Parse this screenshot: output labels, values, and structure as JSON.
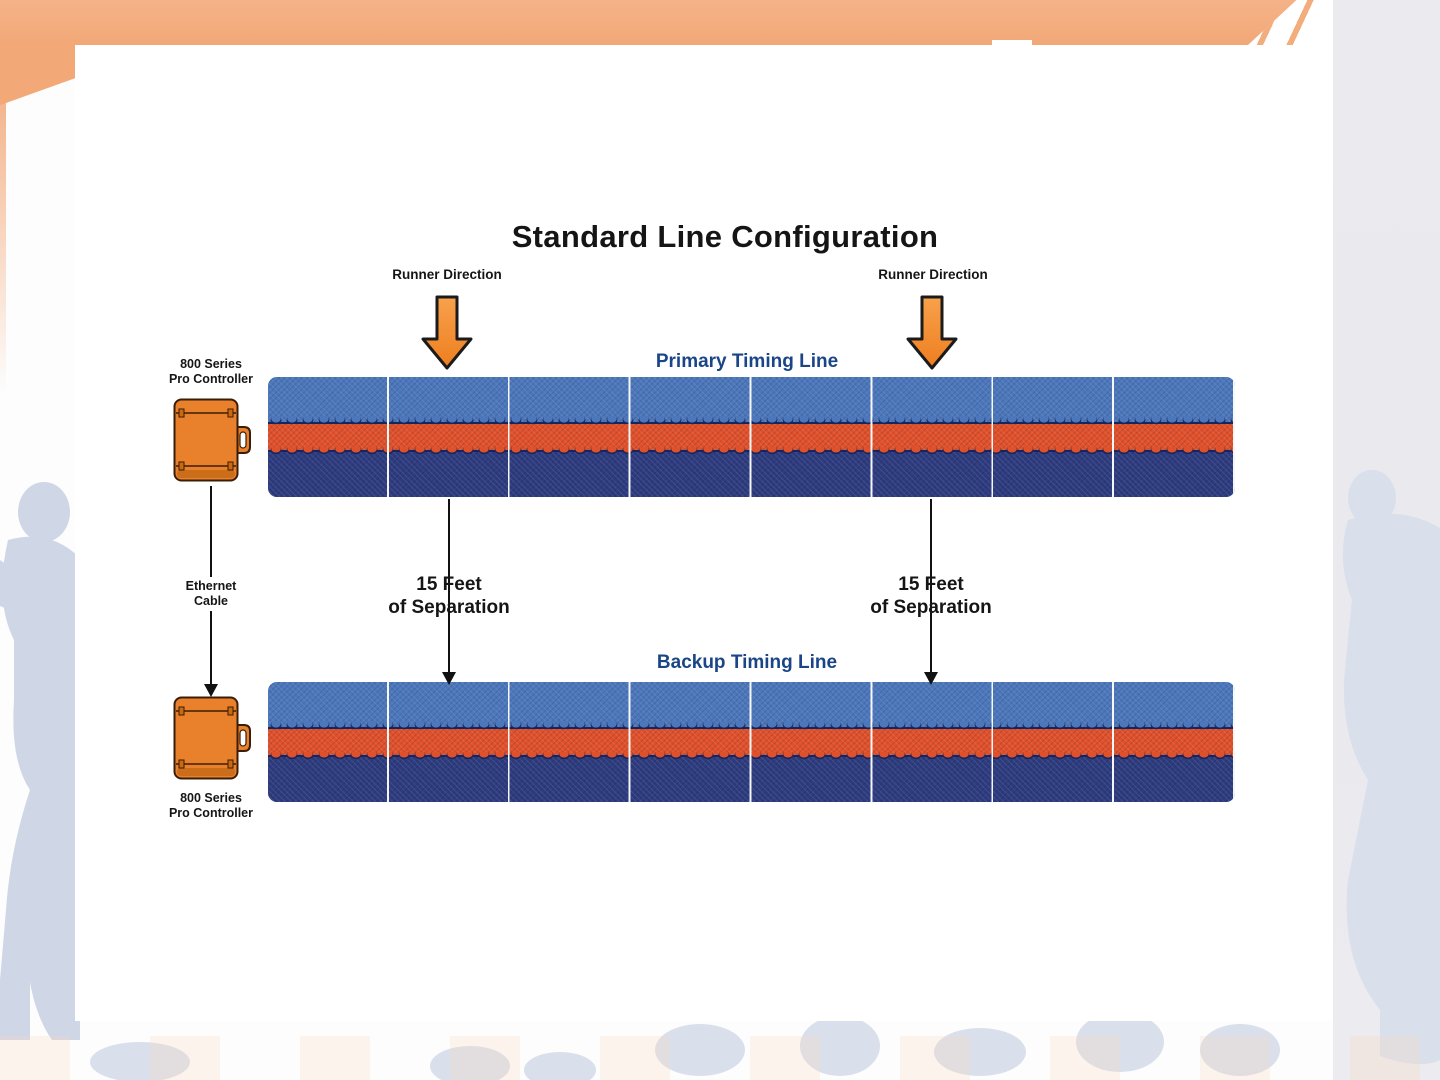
{
  "diagram": {
    "title": "Standard Line Configuration",
    "runner_direction": "Runner Direction",
    "primary_label": "Primary Timing Line",
    "backup_label": "Backup Timing Line",
    "controller_label": {
      "line1": "800 Series",
      "line2": "Pro Controller"
    },
    "ethernet_label": {
      "line1": "Ethernet",
      "line2": "Cable"
    },
    "separation_label": {
      "line1": "15 Feet",
      "line2": "of Separation"
    }
  },
  "colors": {
    "banner": "#F2A877",
    "right_column": "#EBEBEF",
    "mat_blue": "#4C77BB",
    "mat_orange": "#E0512B",
    "mat_navy": "#2E3C7F",
    "mat_seam": "#16255C",
    "controller": "#E8802C",
    "controller_outline": "#3A1D05",
    "arrow_light": "#F8A14C",
    "arrow_dark": "#EE7E1F",
    "arrow_outline": "#1B1B1B",
    "label_blue": "#1A4687",
    "text_dark": "#151515",
    "silhouette": "#CFD6E6",
    "silhouette_light": "#DADFEC"
  }
}
